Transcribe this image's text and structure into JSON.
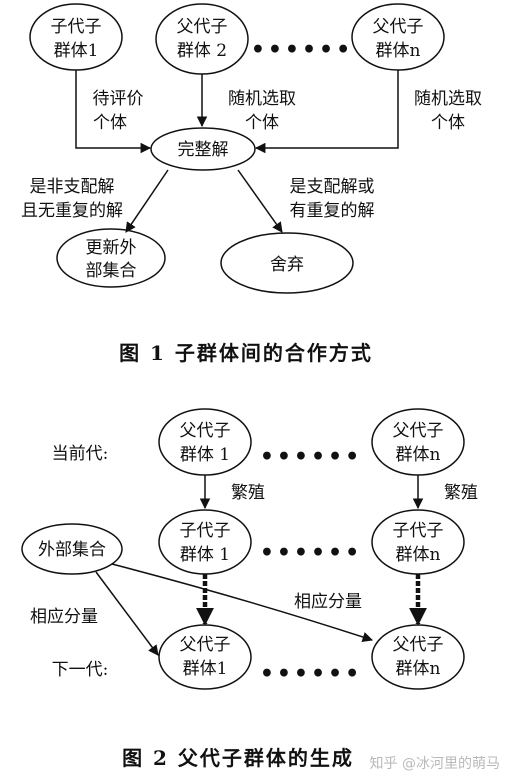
{
  "figure1": {
    "nodes": {
      "child_pop_1": [
        "子代子",
        "群体1"
      ],
      "parent_pop_2": [
        "父代子",
        "群体 2"
      ],
      "parent_pop_n": [
        "父代子",
        "群体n"
      ],
      "complete_solution": [
        "完整解"
      ],
      "update_external_set": [
        "更新外",
        "部集合"
      ],
      "discard": [
        "舍弃"
      ]
    },
    "dots": "••••••",
    "labels": {
      "to_evaluate": [
        "待评价",
        "个体"
      ],
      "random_select_2": [
        "随机选取",
        "个体"
      ],
      "random_select_n": [
        "随机选取",
        "个体"
      ],
      "non_dominated": [
        "是非支配解",
        "且无重复的解"
      ],
      "dominated_or_dup": [
        "是支配解或",
        "有重复的解"
      ]
    },
    "caption": "图 1   子群体间的合作方式"
  },
  "figure2": {
    "row_labels": {
      "current_gen": "当前代:",
      "next_gen": "下一代:"
    },
    "nodes": {
      "parent_1": [
        "父代子",
        "群体 1"
      ],
      "parent_n": [
        "父代子",
        "群体n"
      ],
      "child_1": [
        "子代子",
        "群体 1"
      ],
      "child_n": [
        "子代子",
        "群体n"
      ],
      "external_set": [
        "外部集合"
      ],
      "next_parent_1": [
        "父代子",
        "群体1"
      ],
      "next_parent_n": [
        "父代子",
        "群体n"
      ]
    },
    "dots": "••••••",
    "labels": {
      "breed_1": "繁殖",
      "breed_n": "繁殖",
      "component_left": "相应分量",
      "component_right": "相应分量"
    },
    "caption": "图 2   父代子群体的生成"
  },
  "watermark": "知乎 @冰河里的萌马"
}
